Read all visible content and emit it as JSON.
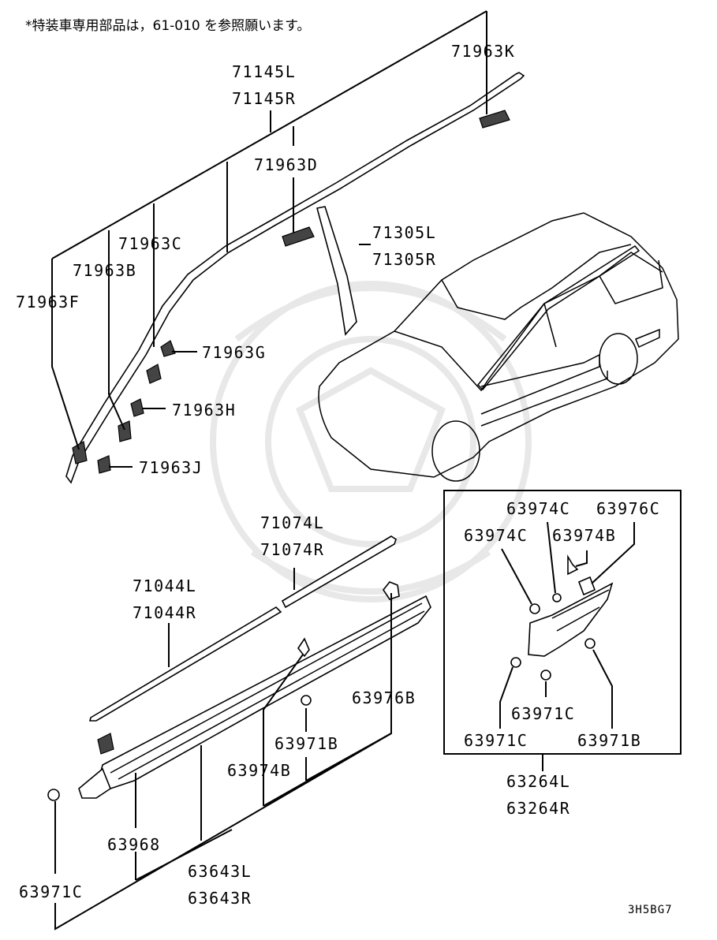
{
  "note": "*特装車専用部品は，61-010 を参照願います。",
  "diagram_code": "3H5BG7",
  "labels": {
    "p71963K": "71963K",
    "p71145L": "71145L",
    "p71145R": "71145R",
    "p71963D": "71963D",
    "p71963C": "71963C",
    "p71963B": "71963B",
    "p71963F": "71963F",
    "p71305L": "71305L",
    "p71305R": "71305R",
    "p71963G": "71963G",
    "p71963H": "71963H",
    "p71963J": "71963J",
    "p71074L": "71074L",
    "p71074R": "71074R",
    "p71044L": "71044L",
    "p71044R": "71044R",
    "p63976B": "63976B",
    "p63971B": "63971B",
    "p63974B": "63974B",
    "p63968": "63968",
    "p63643L": "63643L",
    "p63643R": "63643R",
    "p63971C": "63971C",
    "inset_63974C_a": "63974C",
    "inset_63976C": "63976C",
    "inset_63974C_b": "63974C",
    "inset_63974B": "63974B",
    "inset_63971C_a": "63971C",
    "inset_63971C_b": "63971C",
    "inset_63971B": "63971B",
    "p63264L": "63264L",
    "p63264R": "63264R"
  }
}
